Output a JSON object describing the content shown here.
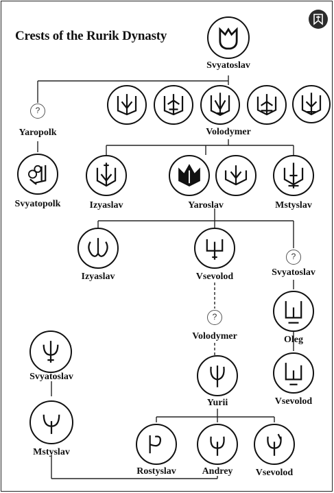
{
  "title": "Crests of the Rurik Dynasty",
  "unknown_mark": "?",
  "names": {
    "svyatoslav_top": "Svyatoslav",
    "yaropolk": "Yaropolk",
    "volodymer_1": "Volodymer",
    "svyatopolk": "Svyatopolk",
    "izyaslav_1": "Izyaslav",
    "yaroslav": "Yaroslav",
    "mstyslav_1": "Mstyslav",
    "izyaslav_2": "Izyaslav",
    "vsevolod_1": "Vsevolod",
    "svyatoslav_2": "Svyatoslav",
    "volodymer_2": "Volodymer",
    "oleg": "Oleg",
    "svyatoslav_3": "Svyatoslav",
    "yurii": "Yurii",
    "vsevolod_2": "Vsevolod",
    "mstyslav_2": "Mstyslav",
    "rostyslav": "Rostyslav",
    "andrey": "Andrey",
    "vsevolod_3": "Vsevolod"
  },
  "icons": {
    "corner_badge": "bookmark-emblem-icon",
    "crest_bident": "bident-crest-icon",
    "crest_trident": "trident-crest-icon",
    "crest_unknown": "question-mark-icon"
  },
  "colors": {
    "ink": "#111111",
    "background": "#ffffff",
    "badge": "#2c2c2c"
  }
}
